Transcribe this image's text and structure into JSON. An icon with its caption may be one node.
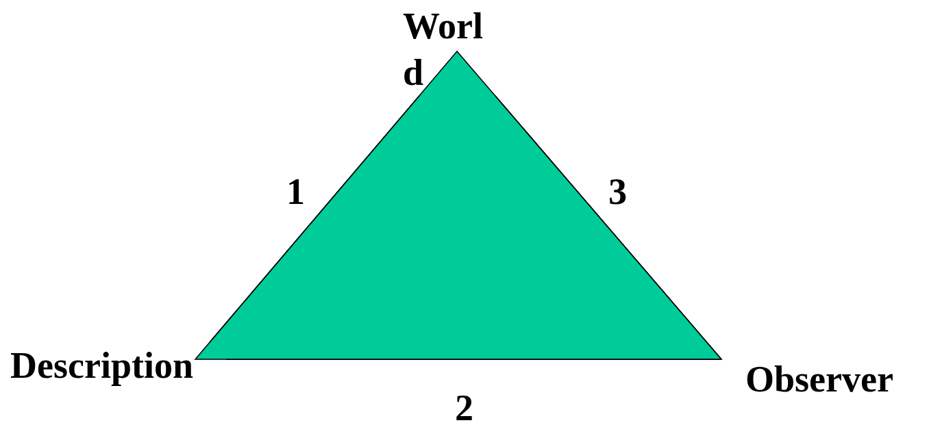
{
  "diagram": {
    "nodes": [
      {
        "text": [
          "World"
        ]
      },
      {
        "text": [
          "Description"
        ]
      },
      {
        "text": [
          "Observer"
        ]
      }
    ],
    "edges": [
      {
        "from": 0,
        "to": 1,
        "arrow": "none",
        "label": "1"
      },
      {
        "from": 1,
        "to": 2,
        "arrow": "none",
        "label": "2"
      },
      {
        "from": 0,
        "to": 2,
        "arrow": "none",
        "label": "3"
      }
    ]
  }
}
